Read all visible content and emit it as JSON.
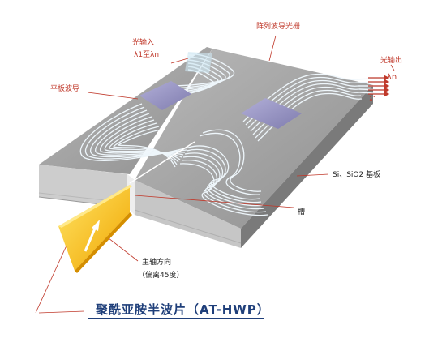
{
  "labels": {
    "light_in_line1": "光输入",
    "light_in_line2": "λ1至λn",
    "arrayed_waveguide_grating": "阵列波导光栅",
    "light_out": "光输出",
    "lambda_n": "λn",
    "lambda_1": "λ1",
    "slab_waveguide": "平板波导",
    "substrate": "Si、SiO2 基板",
    "groove": "槽",
    "principal_axis_line1": "主轴方向",
    "principal_axis_line2": "（偏离45度）",
    "title": "聚酰亚胺半波片（AT-HWP）"
  },
  "colors": {
    "chip_top": "#a6a6a6",
    "chip_front": "#c9c9c9",
    "chip_side": "#7c7c7c",
    "waveguide": "#eef6fb",
    "slab_region": "#9a97c3",
    "wave_plate": "#f5b800",
    "red_accent": "#c0392b",
    "title": "#1f3f7a"
  }
}
